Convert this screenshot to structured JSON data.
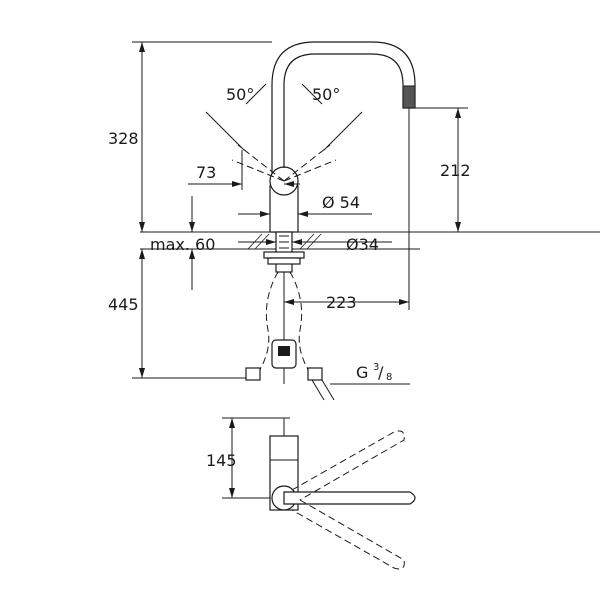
{
  "diagram": {
    "dimensions": {
      "total_height": "328",
      "angle_left": "50°",
      "angle_right": "50°",
      "handle_offset": "73",
      "body_diameter": "Ø 54",
      "spout_height": "212",
      "max_thickness": "max. 60",
      "hole_diameter": "Ø34",
      "hose_length": "445",
      "spout_reach": "223",
      "thread_base": "G",
      "thread_num": "3",
      "thread_den": "8",
      "top_view_depth": "145"
    }
  }
}
